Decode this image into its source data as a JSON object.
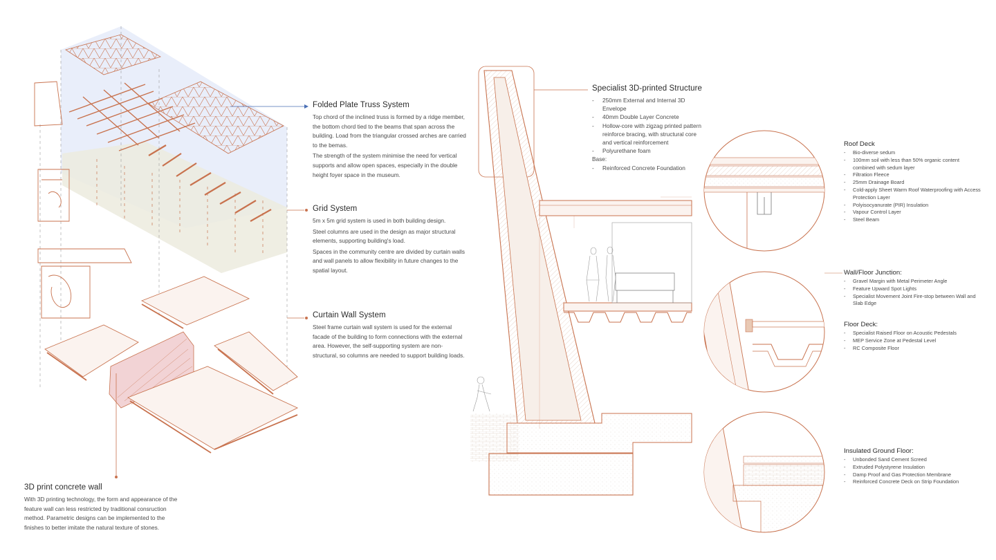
{
  "left": {
    "folded": {
      "title": "Folded Plate Truss System",
      "paragraphs": [
        "Top chord of the inclined truss is formed by a ridge member, the bottom chord tied to the beams that span across the building.  Load from the triangular crossed arches are carried to the bemas.",
        "The strength of the system minimise the need for vertical supports and allow open spaces, especially in the double height foyer space in the museum."
      ]
    },
    "grid": {
      "title": "Grid System",
      "paragraphs": [
        "5m x 5m grid system is used in both building design.",
        "Steel columns are used in the design as major structural elements, supporting building's load.",
        "Spaces in the community centre are divided by curtain walls and wall panels to allow flexibility in future changes to the spatial layout."
      ]
    },
    "curtain": {
      "title": "Curtain Wall System",
      "paragraphs": [
        "Steel frame curtain wall system is used for the external facade of the building to form connections with the external area.  However, the self-supporting system are non-structural, so columns are needed to support building loads."
      ]
    },
    "print_wall": {
      "title": "3D print concrete wall",
      "paragraphs": [
        "With 3D printing technology, the form and appearance of the feature wall can less restricted by traditional consruction method. Parametric designs can be implemented to the finishes to better imitate the natural texture of stones."
      ]
    }
  },
  "section": {
    "title": "Specialist 3D-printed Structure",
    "items": [
      "250mm External and Internal 3D Envelope",
      "40mm Double Layer Concrete",
      "Hollow-core with zigzag printed pattern  reinforce bracing, with structural core and vertical reinforcement",
      "Polyurethane foam"
    ],
    "base_label": "Base:",
    "base_items": [
      "Reinforced Concrete Foundation"
    ]
  },
  "details": {
    "roof": {
      "title": "Roof Deck",
      "items": [
        "Bio-diverse sedum",
        "100mm soil with less than 50% organic content combined with sedum layer",
        "Filtration Fleece",
        "25mm Drainage Board",
        "Cold-apply Sheet Warm Roof Waterproofing with Access Protection Layer",
        "Polyisocyanurate (PIR) Insulation",
        "Vapour Control Layer",
        "Steel Beam"
      ]
    },
    "junction": {
      "title": "Wall/Floor Junction:",
      "items": [
        "Gravel Margin with Metal Perimeter Angle",
        "Feature Upward Spot Lights",
        "Specialist Movement Joint Fire-stop between Wall and Slab Edge"
      ]
    },
    "floor": {
      "title": "Floor Deck:",
      "items": [
        "Specialist Raised Floor on Acoustic Pedestals",
        "MEP Service Zone at Pedestal Level",
        "RC Composite Floor"
      ]
    },
    "ground": {
      "title": "Insulated Ground Floor:",
      "items": [
        "Unbonded Sand Cement Screed",
        "Extruded Polystyrene Insulation",
        "Damp Proof and Gas Protection Membrane",
        "Reinforced Concrete Deck on Strip Foundation"
      ]
    }
  },
  "colors": {
    "accent": "#c8724e",
    "pink": "#f2d3d5",
    "blue_tint": "#e7ecfa",
    "beige_tint": "#ecebde",
    "arrow": "#4a6fb5",
    "text": "#3a3a3a"
  }
}
